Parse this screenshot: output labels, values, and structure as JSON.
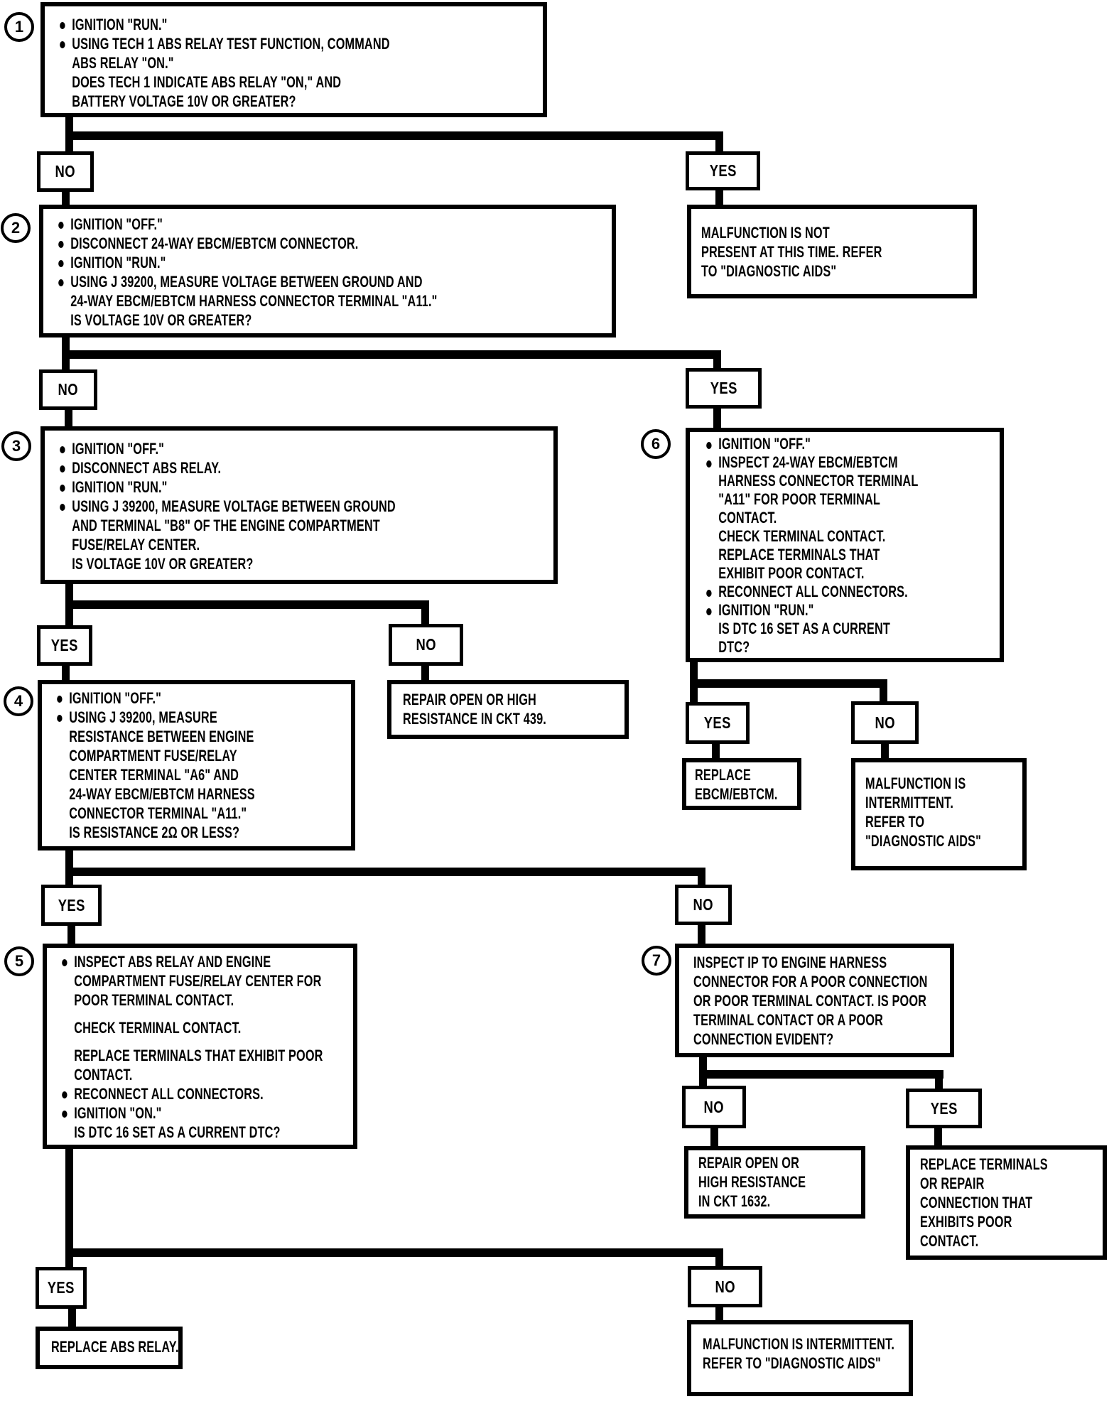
{
  "meta": {
    "ink_color": "#000000",
    "paper_color": "#ffffff",
    "diagram_type": "diagnostic flowchart"
  },
  "boxes": {
    "box1": {
      "circle": "1",
      "lines": [
        {
          "b": 1,
          "t": "IGNITION \"RUN.\""
        },
        {
          "b": 1,
          "t": "USING TECH 1 ABS RELAY TEST FUNCTION, COMMAND"
        },
        {
          "b": 0,
          "t": "ABS RELAY \"ON.\""
        },
        {
          "b": 0,
          "t": "DOES TECH 1 INDICATE ABS RELAY \"ON,\" AND"
        },
        {
          "b": 0,
          "t": "BATTERY VOLTAGE 10V OR GREATER?"
        }
      ]
    },
    "box2": {
      "circle": "2",
      "lines": [
        {
          "b": 1,
          "t": "IGNITION \"OFF.\""
        },
        {
          "b": 1,
          "t": "DISCONNECT 24-WAY EBCM/EBTCM CONNECTOR."
        },
        {
          "b": 1,
          "t": "IGNITION \"RUN.\""
        },
        {
          "b": 1,
          "t": "USING J 39200, MEASURE VOLTAGE BETWEEN GROUND AND"
        },
        {
          "b": 0,
          "t": "24-WAY EBCM/EBTCM HARNESS CONNECTOR TERMINAL \"A11.\""
        },
        {
          "b": 0,
          "t": "IS VOLTAGE 10V OR GREATER?"
        }
      ]
    },
    "box3": {
      "circle": "3",
      "lines": [
        {
          "b": 1,
          "t": "IGNITION \"OFF.\""
        },
        {
          "b": 1,
          "t": "DISCONNECT ABS RELAY."
        },
        {
          "b": 1,
          "t": "IGNITION \"RUN.\""
        },
        {
          "b": 1,
          "t": "USING J 39200, MEASURE VOLTAGE BETWEEN GROUND"
        },
        {
          "b": 0,
          "t": "AND TERMINAL \"B8\" OF THE ENGINE COMPARTMENT"
        },
        {
          "b": 0,
          "t": "FUSE/RELAY CENTER."
        },
        {
          "b": 0,
          "t": "IS VOLTAGE 10V OR GREATER?"
        }
      ]
    },
    "box4": {
      "circle": "4",
      "lines": [
        {
          "b": 1,
          "t": "IGNITION \"OFF.\""
        },
        {
          "b": 1,
          "t": "USING J 39200, MEASURE"
        },
        {
          "b": 0,
          "t": "RESISTANCE BETWEEN ENGINE"
        },
        {
          "b": 0,
          "t": "COMPARTMENT FUSE/RELAY"
        },
        {
          "b": 0,
          "t": "CENTER TERMINAL \"A6\" AND"
        },
        {
          "b": 0,
          "t": "24-WAY EBCM/EBTCM HARNESS"
        },
        {
          "b": 0,
          "t": "CONNECTOR TERMINAL \"A11.\""
        },
        {
          "b": 0,
          "t": "IS RESISTANCE 2Ω OR LESS?"
        }
      ]
    },
    "box5": {
      "circle": "5",
      "lines": [
        {
          "b": 1,
          "t": "INSPECT ABS RELAY AND ENGINE"
        },
        {
          "b": 0,
          "t": "COMPARTMENT FUSE/RELAY CENTER FOR"
        },
        {
          "b": 0,
          "t": "POOR TERMINAL CONTACT."
        },
        {
          "b": 0,
          "t": "CHECK TERMINAL CONTACT.",
          "gap": 1
        },
        {
          "b": 0,
          "t": "REPLACE TERMINALS THAT EXHIBIT POOR",
          "gap": 1
        },
        {
          "b": 0,
          "t": "CONTACT."
        },
        {
          "b": 1,
          "t": "RECONNECT ALL CONNECTORS."
        },
        {
          "b": 1,
          "t": "IGNITION \"ON.\""
        },
        {
          "b": 0,
          "t": "IS DTC 16 SET AS A CURRENT DTC?"
        }
      ]
    },
    "box6": {
      "circle": "6",
      "lines": [
        {
          "b": 1,
          "t": "IGNITION \"OFF.\""
        },
        {
          "b": 1,
          "t": "INSPECT 24-WAY EBCM/EBTCM"
        },
        {
          "b": 0,
          "t": "HARNESS CONNECTOR TERMINAL"
        },
        {
          "b": 0,
          "t": "\"A11\" FOR POOR TERMINAL"
        },
        {
          "b": 0,
          "t": "CONTACT."
        },
        {
          "b": 0,
          "t": "CHECK TERMINAL CONTACT."
        },
        {
          "b": 0,
          "t": "REPLACE TERMINALS THAT"
        },
        {
          "b": 0,
          "t": "EXHIBIT POOR CONTACT."
        },
        {
          "b": 1,
          "t": "RECONNECT ALL CONNECTORS."
        },
        {
          "b": 1,
          "t": "IGNITION \"RUN.\""
        },
        {
          "b": 0,
          "t": "IS DTC 16 SET AS A CURRENT"
        },
        {
          "b": 0,
          "t": "DTC?"
        }
      ]
    },
    "box7": {
      "circle": "7",
      "lines": [
        {
          "b": 0,
          "t": "INSPECT IP TO ENGINE HARNESS"
        },
        {
          "b": 0,
          "t": "CONNECTOR FOR A POOR CONNECTION"
        },
        {
          "b": 0,
          "t": "OR POOR TERMINAL CONTACT. IS POOR"
        },
        {
          "b": 0,
          "t": "TERMINAL CONTACT OR A POOR"
        },
        {
          "b": 0,
          "t": "CONNECTION EVIDENT?"
        }
      ]
    }
  },
  "terminals": {
    "malfunction_not_present": {
      "lines": [
        "MALFUNCTION IS NOT",
        "PRESENT AT THIS TIME. REFER",
        "TO \"DIAGNOSTIC AIDS\""
      ]
    },
    "repair_ckt_439": {
      "lines": [
        "REPAIR OPEN OR HIGH",
        "RESISTANCE IN CKT 439."
      ]
    },
    "replace_ebcm": {
      "lines": [
        "REPLACE",
        "EBCM/EBTCM."
      ]
    },
    "malfunction_intermittent_right": {
      "lines": [
        "MALFUNCTION IS",
        "INTERMITTENT.",
        "REFER TO",
        "\"DIAGNOSTIC AIDS\""
      ]
    },
    "repair_ckt_1632": {
      "lines": [
        "REPAIR OPEN OR",
        "HIGH RESISTANCE",
        "IN CKT 1632."
      ]
    },
    "replace_terminals": {
      "lines": [
        "REPLACE TERMINALS",
        "OR REPAIR",
        "CONNECTION THAT",
        "EXHIBITS POOR",
        "CONTACT."
      ]
    },
    "replace_abs_relay": {
      "lines": [
        "REPLACE ABS RELAY."
      ]
    },
    "malfunction_intermittent_bottom": {
      "lines": [
        "MALFUNCTION IS INTERMITTENT.",
        "REFER TO \"DIAGNOSTIC AIDS\""
      ]
    }
  },
  "decisions": {
    "d1_no": "NO",
    "d1_yes": "YES",
    "d2_no": "NO",
    "d2_yes": "YES",
    "d3_yes": "YES",
    "d3_no": "NO",
    "d4_yes": "YES",
    "d4_no": "NO",
    "d6_yes": "YES",
    "d6_no": "NO",
    "d7_no": "NO",
    "d7_yes": "YES",
    "d5_yes": "YES",
    "d5_no": "NO"
  }
}
